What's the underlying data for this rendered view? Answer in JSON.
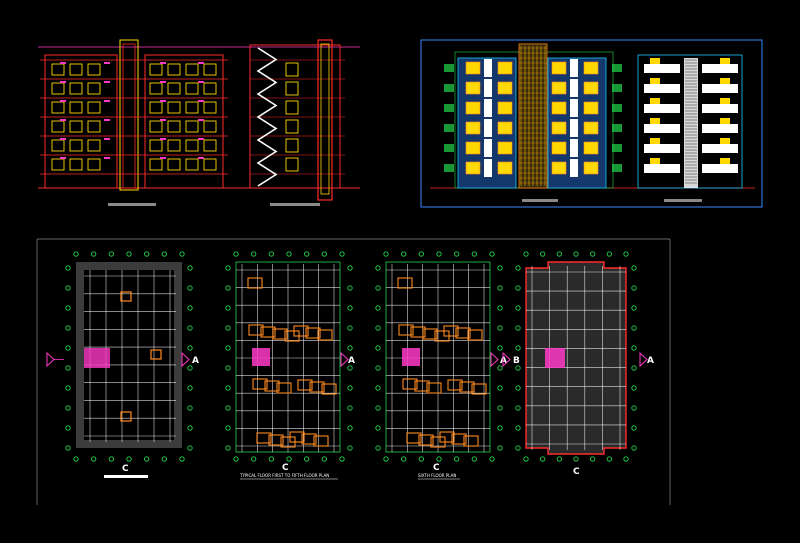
{
  "colors": {
    "background": "#000000",
    "white": "#ffffff",
    "yellow": "#ffd800",
    "red": "#ff2a2a",
    "orange": "#ff8a1f",
    "magenta": "#ff39c8",
    "green": "#22d84a",
    "cyan": "#18c8ff",
    "frame_blue": "#3a86ff",
    "frame_grey": "#8a8a8a",
    "hatch": "#ffffff"
  },
  "section_markers": {
    "a": "A",
    "b": "B",
    "c": "C"
  },
  "plan_titles": {
    "typical_floor": "TYPICAL FLOOR FIRST TO FIFTH FLOOR PLAN",
    "sixth_floor": "SIXTH FLOOR PLAN"
  },
  "icons": {
    "section_arrow": "triangle-right-icon",
    "grid_bubble": "circle-icon"
  }
}
